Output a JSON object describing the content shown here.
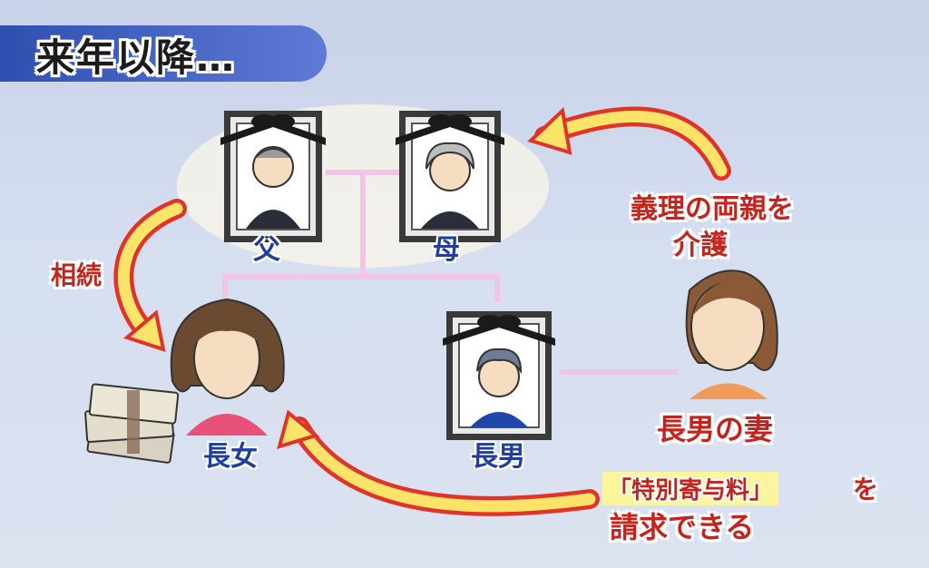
{
  "title": "来年以降…",
  "people": {
    "father": "父",
    "mother": "母",
    "eldest_daughter": "長女",
    "eldest_son": "長男",
    "sons_wife": "長男の妻"
  },
  "notes": {
    "inheritance": "相続",
    "care_line1": "義理の両親を",
    "care_line2": "介護",
    "claim_fee": "「特別寄与料」",
    "claim_particle": "を",
    "claim_line2": "請求できる"
  },
  "icons": [
    "portrait-frame-icon",
    "mourning-ribbon-icon",
    "money-stack-icon",
    "curved-arrow-icon"
  ],
  "colors": {
    "title_bar": "#2f4fb0",
    "arrow": "#fce46a",
    "arrow_outline": "#e0332a",
    "label_red": "#c4241c",
    "label_blue": "#1f3f9a",
    "relation_line": "#f2c4e6"
  }
}
